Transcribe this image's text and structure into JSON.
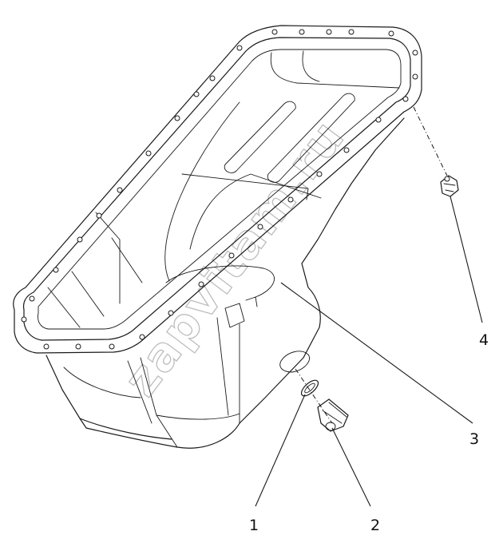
{
  "callouts": [
    {
      "id": "1",
      "label": "1"
    },
    {
      "id": "2",
      "label": "2"
    },
    {
      "id": "3",
      "label": "3"
    },
    {
      "id": "4",
      "label": "4"
    }
  ],
  "watermark": "zapvitam.ru"
}
